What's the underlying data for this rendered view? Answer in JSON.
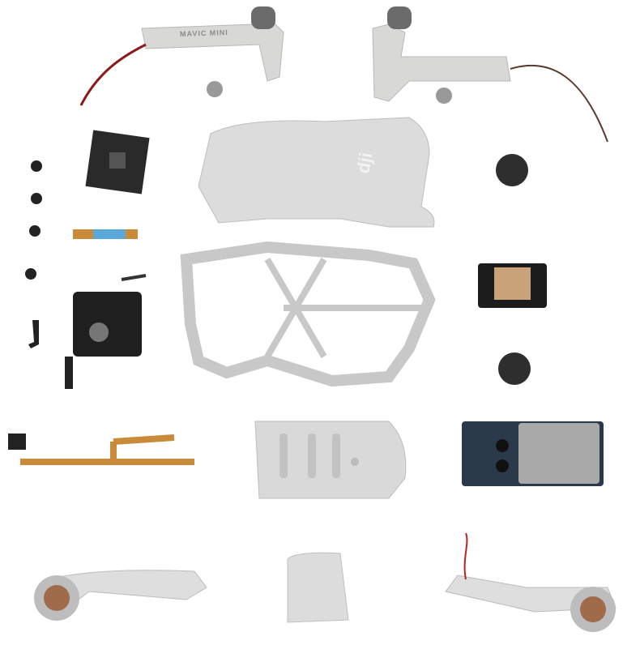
{
  "photo": {
    "subject": "drone-parts-kit",
    "background_color": "#ffffff",
    "shell_color": "#d9d9d9",
    "board_color": "#2a2a2a",
    "flex_color": "#c98a3a"
  },
  "arm_label": "MAVIC MINI",
  "shell_logo": "dji"
}
